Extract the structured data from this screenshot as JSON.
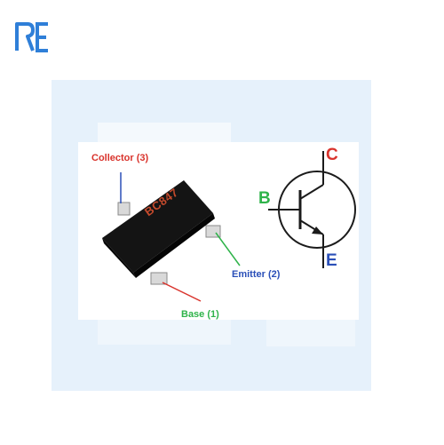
{
  "logo": {
    "text": "RE",
    "color": "#2f7fd8"
  },
  "part": {
    "marking": "BC847"
  },
  "labels": {
    "collector": "Collector (3)",
    "emitter": "Emitter (2)",
    "base": "Base (1)"
  },
  "symbol": {
    "collector": "C",
    "base": "B",
    "emitter": "E"
  },
  "colors": {
    "collector": "#d9332c",
    "emitter": "#2a4fb8",
    "base": "#2fb34a",
    "watermark": "#e6f1fb"
  }
}
